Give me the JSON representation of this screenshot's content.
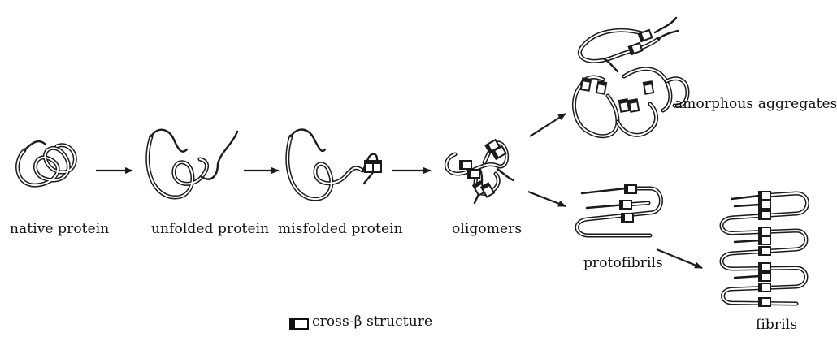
{
  "labels": {
    "native_protein": "native protein",
    "unfolded_protein": "unfolded protein",
    "misfolded_protein": "misfolded protein",
    "oligomers": "oligomers",
    "amorphous_aggregates": "amorphous aggregates",
    "protofibrils": "protofibrils",
    "fibrils": "fibrils"
  },
  "legend": {
    "label": "cross-β structure",
    "icon": "cross-beta-block-icon"
  },
  "colors": {
    "ink": "#1a1a1a",
    "background": "#ffffff"
  }
}
